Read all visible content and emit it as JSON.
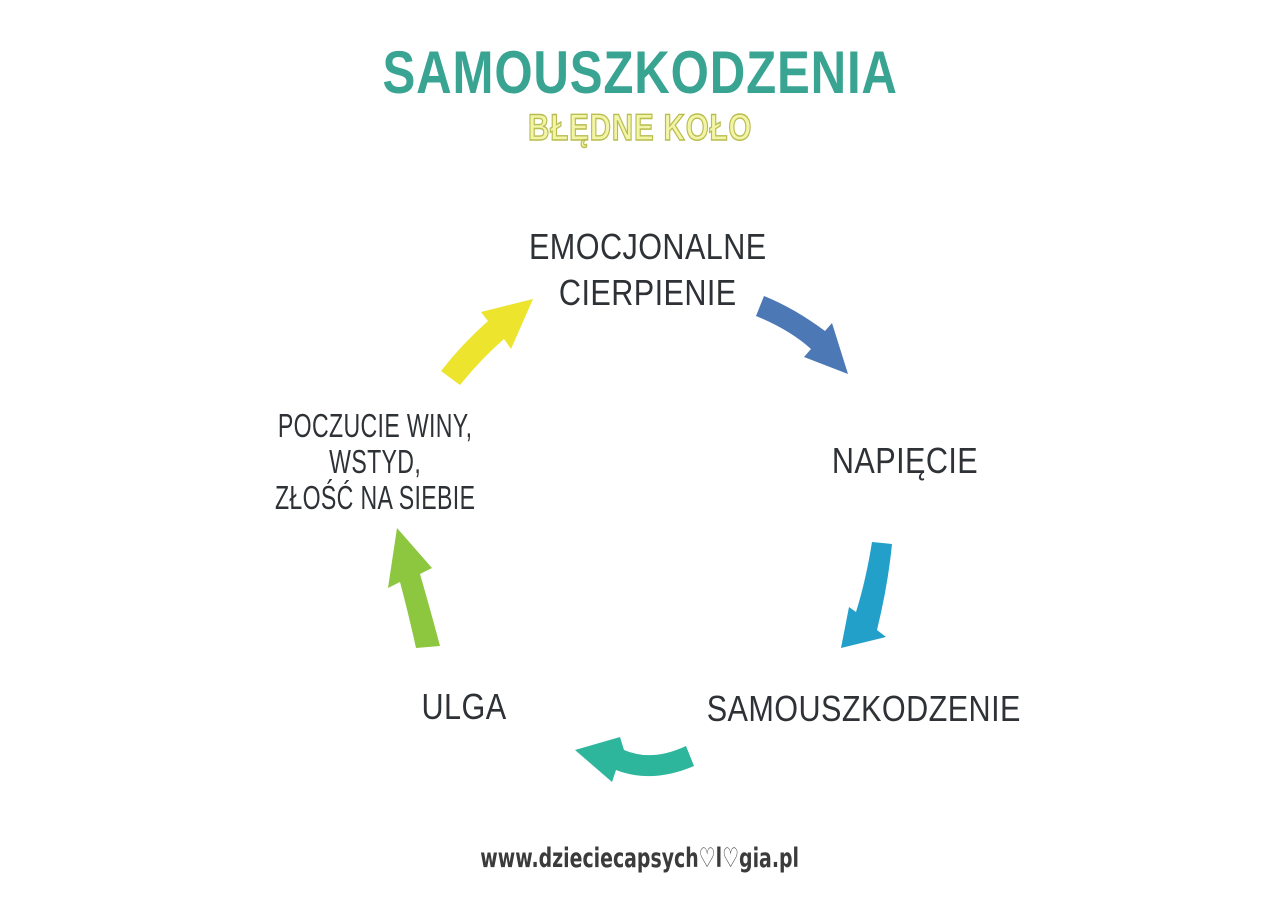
{
  "title": {
    "text": "SAMOUSZKODZENIA",
    "color": "#3aa492"
  },
  "subtitle": {
    "text": "BŁĘDNE KOŁO",
    "fill_color": "#f2f4a6",
    "outline_color": "#b9bc4f"
  },
  "cycle": {
    "text_color": "#2e3236",
    "nodes": {
      "emotional_pain": {
        "lines": [
          "EMOCJONALNE",
          "CIERPIENIE"
        ]
      },
      "tension": {
        "label": "NAPIĘCIE"
      },
      "self_harm": {
        "label": "SAMOUSZKODZENIE"
      },
      "relief": {
        "label": "ULGA"
      },
      "guilt": {
        "lines": [
          "POCZUCIE WINY,",
          "WSTYD,",
          "ZŁOŚĆ NA SIEBIE"
        ]
      }
    },
    "arrows": {
      "pain_to_tension": {
        "from": "EMOCJONALNE CIERPIENIE",
        "to": "NAPIĘCIE",
        "color": "#4c78b5"
      },
      "tension_to_self_harm": {
        "from": "NAPIĘCIE",
        "to": "SAMOUSZKODZENIE",
        "color": "#22a0c9"
      },
      "self_harm_to_relief": {
        "from": "SAMOUSZKODZENIE",
        "to": "ULGA",
        "color": "#2db69c"
      },
      "relief_to_guilt": {
        "from": "ULGA",
        "to": "POCZUCIE WINY, WSTYD, ZŁOŚĆ NA SIEBIE",
        "color": "#8dc63f"
      },
      "guilt_to_pain": {
        "from": "POCZUCIE WINY, WSTYD, ZŁOŚĆ NA SIEBIE",
        "to": "EMOCJONALNE CIERPIENIE",
        "color": "#ece42d"
      }
    }
  },
  "footer": {
    "text": "www.dzieciecapsych♡l♡gia.pl"
  }
}
